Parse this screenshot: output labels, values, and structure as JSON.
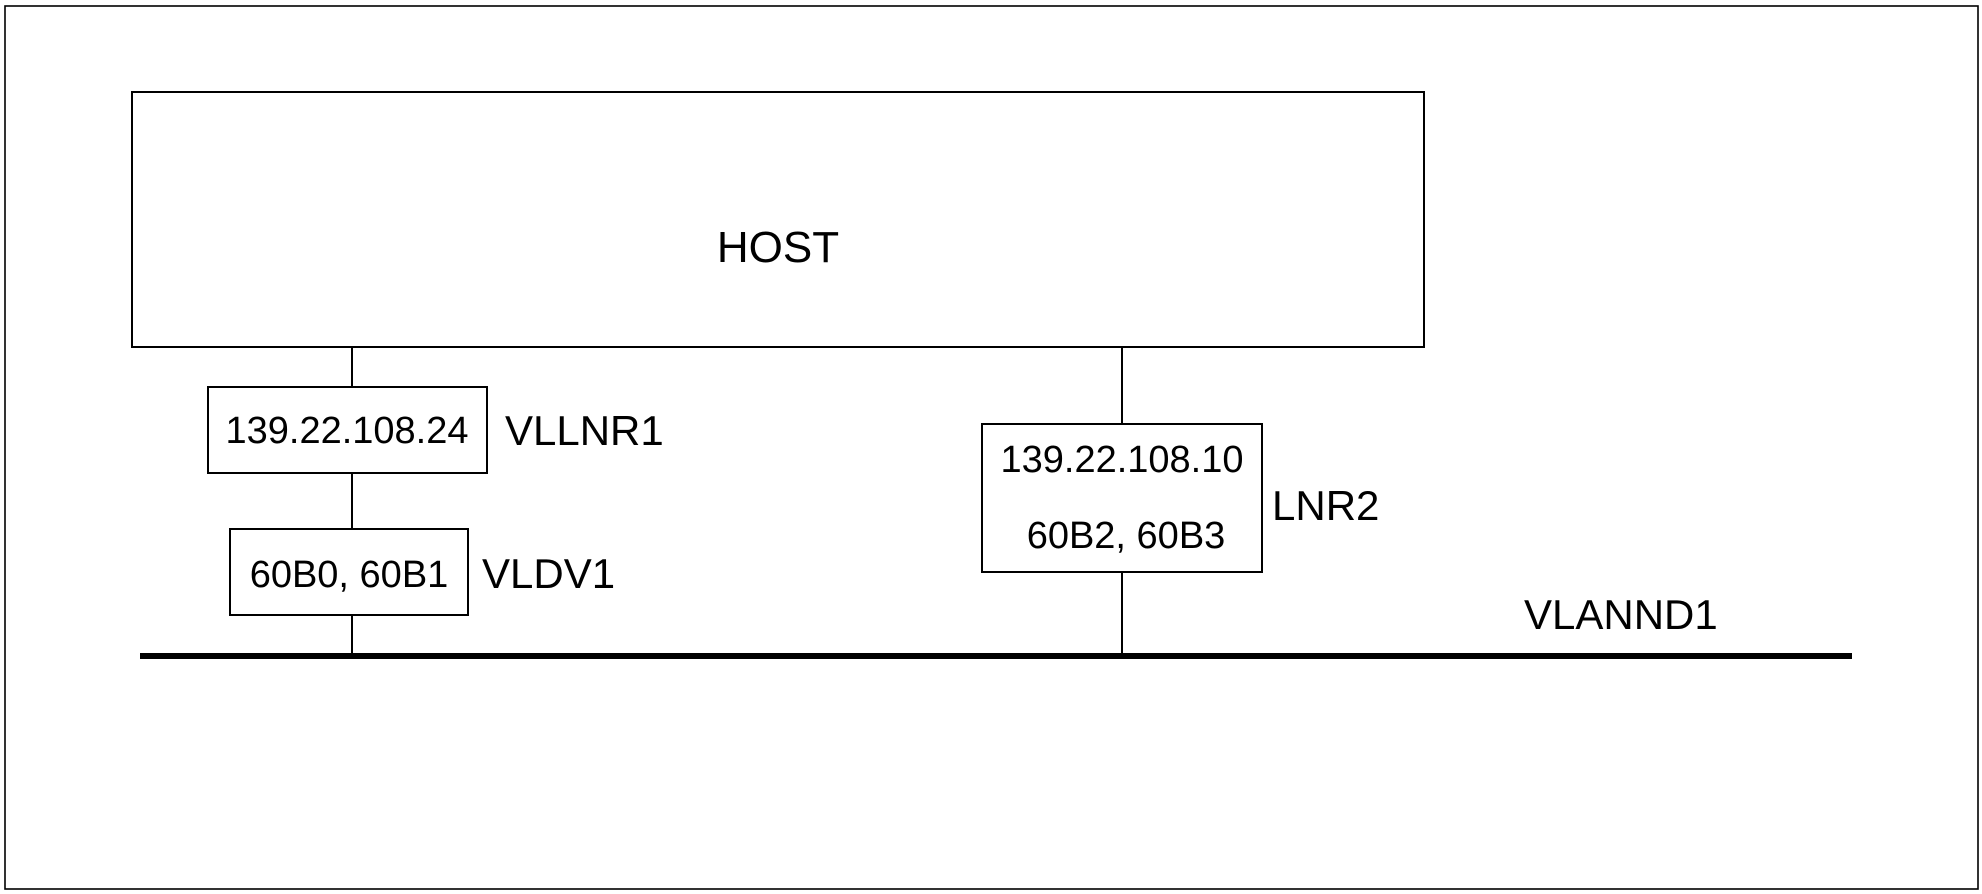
{
  "host": {
    "label": "HOST"
  },
  "left_branch": {
    "ip_address": "139.22.108.24",
    "ip_node_name": "VLLNR1",
    "device_addresses": "60B0, 60B1",
    "device_name": "VLDV1"
  },
  "right_branch": {
    "ip_address": "139.22.108.10",
    "device_addresses": "60B2, 60B3",
    "node_name": "LNR2"
  },
  "lan": {
    "name": "VLANND1"
  },
  "colors": {
    "stroke": "#000000",
    "background": "#ffffff"
  }
}
